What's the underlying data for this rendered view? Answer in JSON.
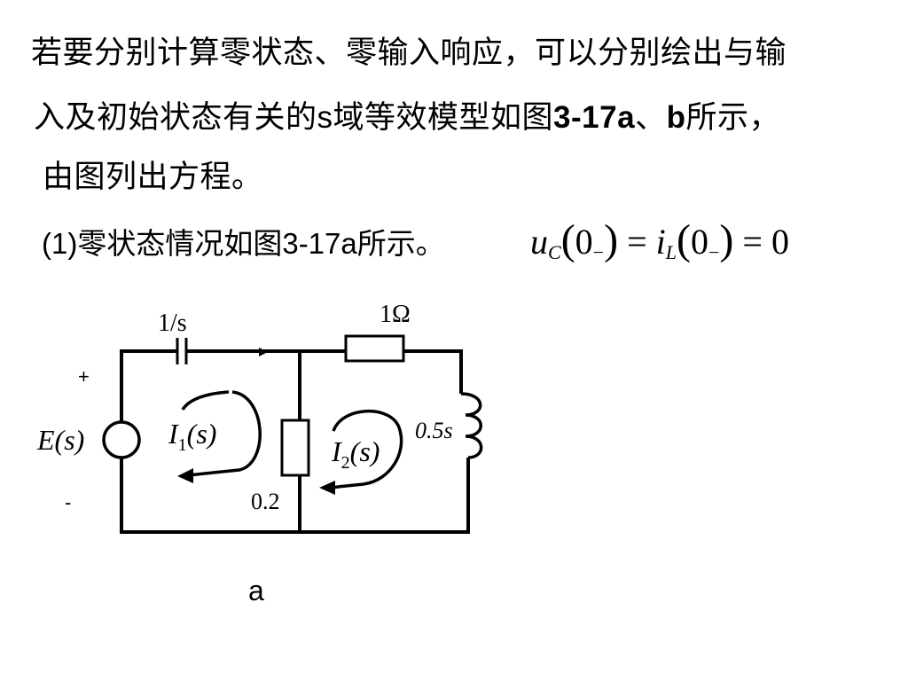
{
  "text": {
    "line1": "若要分别计算零状态、零输入响应，可以分别绘出与输",
    "line2_a": "入及初始状态有关的",
    "line2_s": "s",
    "line2_b": "域等效模型如图",
    "line2_fig": "3-17a",
    "line2_sep": "、",
    "line2_fig_b": "b",
    "line2_c": "所示，",
    "line3": "由图列出方程。",
    "line4_a": "(1)零状态情况如图",
    "line4_fig": "3-17a",
    "line4_b": "所示。"
  },
  "formula": {
    "u": "u",
    "u_sub": "C",
    "i": "i",
    "i_sub": "L",
    "arg": "0",
    "arg_sub": "−",
    "eq": "=",
    "rhs": "0",
    "lparen": "(",
    "rparen": ")"
  },
  "circuit": {
    "cap_label": "1/s",
    "res_top_label": "1Ω",
    "res_mid_label": "0.2",
    "ind_label": "0.5s",
    "source_label": "E(s)",
    "plus": "+",
    "minus": "-",
    "loop1_label_main": "I",
    "loop1_label_sub": "1",
    "loop1_label_arg": "(s)",
    "loop2_label_main": "I",
    "loop2_label_sub": "2",
    "loop2_label_arg": "(s)",
    "caption": "a"
  }
}
